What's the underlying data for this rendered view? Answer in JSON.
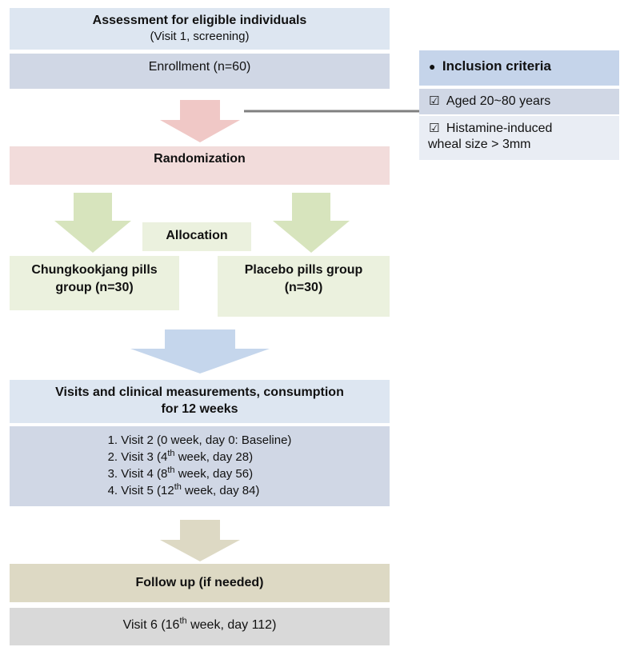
{
  "assessment": {
    "title": "Assessment for eligible individuals",
    "subtitle": "(Visit 1, screening)"
  },
  "enrollment": {
    "label": "Enrollment (n=60)"
  },
  "inclusion": {
    "title": "Inclusion criteria",
    "bullet": "●",
    "check": "☑",
    "items": [
      "Aged 20~80 years",
      "Histamine-induced",
      "wheal size > 3mm"
    ]
  },
  "randomization": {
    "label": "Randomization"
  },
  "allocation": {
    "label": "Allocation"
  },
  "groups": {
    "left": {
      "line1": "Chungkookjang pills",
      "line2": "group (n=30)"
    },
    "right": {
      "line1": "Placebo pills group",
      "line2": "(n=30)"
    }
  },
  "visits": {
    "title_line1": "Visits and clinical measurements, consumption",
    "title_line2": "for 12 weeks",
    "items": [
      {
        "pre": "1. Visit 2 (0 week, day 0: Baseline)",
        "sup": "",
        "post": ""
      },
      {
        "pre": "2. Visit 3 (4",
        "sup": "th",
        "post": " week, day 28)"
      },
      {
        "pre": "3. Visit 4 (8",
        "sup": "th",
        "post": " week, day 56)"
      },
      {
        "pre": "4. Visit 5 (12",
        "sup": "th",
        "post": " week, day 84)"
      }
    ]
  },
  "followup": {
    "title": "Follow up (if needed)",
    "visit": {
      "pre": "Visit 6 (16",
      "sup": "th",
      "post": " week, day 112)"
    }
  },
  "colors": {
    "blue_light": "#dde6f1",
    "blue_mid": "#d0d7e5",
    "blue_arrow": "#c5d6ec",
    "pink_box": "#f2dcdb",
    "pink_arrow": "#f0c8c6",
    "green_box": "#ebf1de",
    "green_arrow": "#d7e4bd",
    "tan_box": "#ddd9c4",
    "gray_box": "#d9d9d9",
    "connector": "#808080"
  }
}
